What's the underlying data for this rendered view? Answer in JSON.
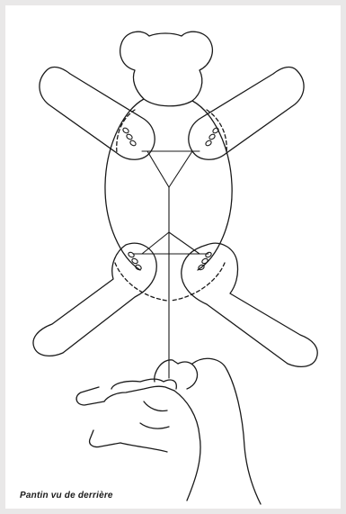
{
  "caption": "Pantin vu de derrière",
  "colors": {
    "background": "#e9e8e8",
    "paper": "#ffffff",
    "ink": "#1a1a1a"
  },
  "parts": [
    "teddy-bear-puppet",
    "left-arm",
    "right-arm",
    "left-leg",
    "right-leg",
    "pull-string",
    "hand"
  ]
}
